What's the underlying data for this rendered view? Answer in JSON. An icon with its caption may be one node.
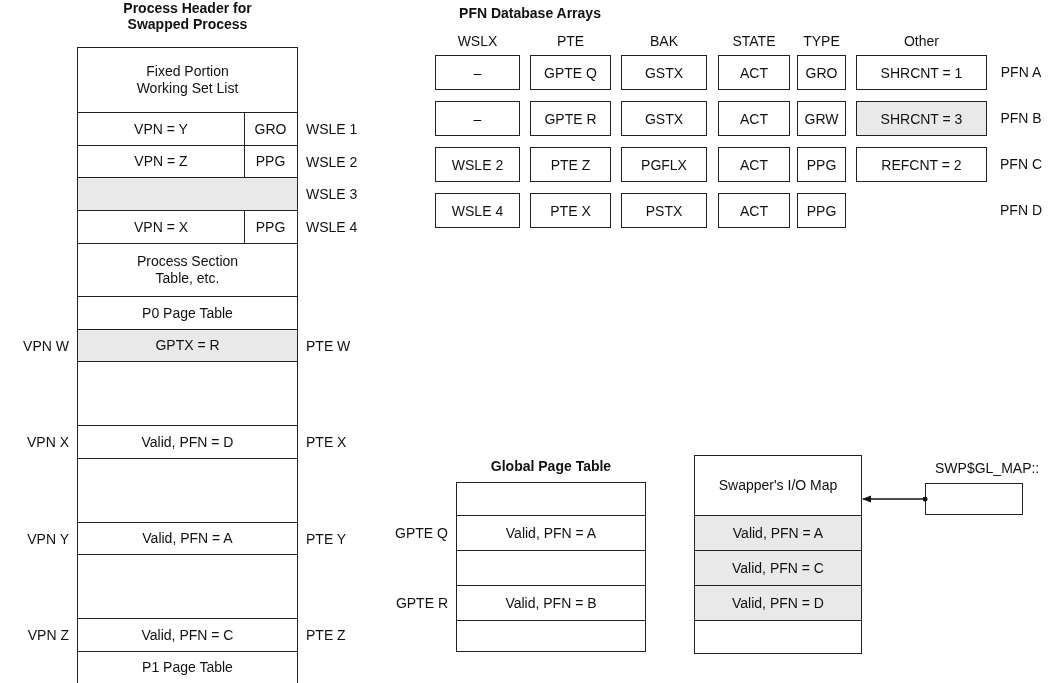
{
  "diagram": {
    "nodes": [
      {
        "text": [
          "Process Header for Swapped Process"
        ]
      },
      {
        "text": [
          "Fixed Portion Working Set List"
        ],
        "in": 0
      },
      {
        "text": [
          "VPN = Y",
          "GRO"
        ],
        "in": 0,
        "beside": [
          "WSLE 1"
        ]
      },
      {
        "text": [
          "VPN = Z",
          "PPG"
        ],
        "in": 0,
        "beside": [
          "WSLE 2"
        ]
      },
      {
        "text": [],
        "shape": "box",
        "in": 0,
        "beside": [
          "WSLE 3"
        ]
      },
      {
        "text": [
          "VPN = X",
          "PPG"
        ],
        "in": 0,
        "beside": [
          "WSLE 4"
        ]
      },
      {
        "text": [
          "Process Section Table, etc."
        ],
        "in": 0
      },
      {
        "text": [
          "P0 Page Table"
        ],
        "in": 0
      },
      {
        "text": [
          "GPTX = R"
        ],
        "in": 0,
        "beside": [
          "VPN W",
          "PTE W"
        ]
      },
      {
        "text": [],
        "shape": "box",
        "in": 0
      },
      {
        "text": [
          "Valid, PFN = D"
        ],
        "in": 0,
        "beside": [
          "VPN X",
          "PTE X"
        ]
      },
      {
        "text": [],
        "shape": "box",
        "in": 0
      },
      {
        "text": [
          "Valid, PFN = A"
        ],
        "in": 0,
        "beside": [
          "VPN Y",
          "PTE Y"
        ]
      },
      {
        "text": [],
        "shape": "box",
        "in": 0
      },
      {
        "text": [
          "Valid, PFN = C"
        ],
        "in": 0,
        "beside": [
          "VPN Z",
          "PTE Z"
        ]
      },
      {
        "text": [
          "P1 Page Table"
        ],
        "in": 0
      },
      {
        "text": [
          "–"
        ]
      },
      {
        "text": [
          "GPTE Q"
        ]
      },
      {
        "text": [
          "GSTX"
        ]
      },
      {
        "text": [
          "ACT"
        ]
      },
      {
        "text": [
          "GRO"
        ]
      },
      {
        "text": [
          "SHRCNT = 1"
        ]
      },
      {
        "text": [
          "–"
        ]
      },
      {
        "text": [
          "GPTE R"
        ]
      },
      {
        "text": [
          "GSTX"
        ]
      },
      {
        "text": [
          "ACT"
        ]
      },
      {
        "text": [
          "GRW"
        ]
      },
      {
        "text": [
          "SHRCNT = 3"
        ]
      },
      {
        "text": [
          "WSLE 2"
        ]
      },
      {
        "text": [
          "PTE Z"
        ]
      },
      {
        "text": [
          "PGFLX"
        ]
      },
      {
        "text": [
          "ACT"
        ]
      },
      {
        "text": [
          "PPG"
        ]
      },
      {
        "text": [
          "REFCNT = 2"
        ]
      },
      {
        "text": [
          "WSLE 4"
        ]
      },
      {
        "text": [
          "PTE X"
        ]
      },
      {
        "text": [
          "PSTX"
        ]
      },
      {
        "text": [
          "ACT"
        ]
      },
      {
        "text": [
          "PPG"
        ]
      },
      {
        "text": [
          "Global Page Table"
        ]
      },
      {
        "text": [],
        "shape": "box",
        "in": 39
      },
      {
        "text": [
          "Valid, PFN = A"
        ],
        "in": 39,
        "beside": [
          "GPTE Q"
        ]
      },
      {
        "text": [],
        "shape": "box",
        "in": 39
      },
      {
        "text": [
          "Valid, PFN = B"
        ],
        "in": 39,
        "beside": [
          "GPTE R"
        ]
      },
      {
        "text": [],
        "shape": "box",
        "in": 39
      },
      {
        "text": [
          "Swapper's I/O Map"
        ]
      },
      {
        "text": [
          "Valid, PFN = A"
        ]
      },
      {
        "text": [
          "Valid, PFN = C"
        ]
      },
      {
        "text": [
          "Valid, PFN = D"
        ]
      },
      {
        "text": [],
        "shape": "box"
      },
      {
        "text": [],
        "shape": "box",
        "beside": [
          "SWP$GL_MAP::"
        ]
      }
    ],
    "edges": [
      {
        "from": 50,
        "to": 45,
        "arrow": "to"
      }
    ],
    "labels": [
      "PFN Database Arrays",
      "WSLX",
      "PTE",
      "BAK",
      "STATE",
      "TYPE",
      "Other",
      "PFN A",
      "PFN B",
      "PFN C",
      "PFN D"
    ]
  }
}
